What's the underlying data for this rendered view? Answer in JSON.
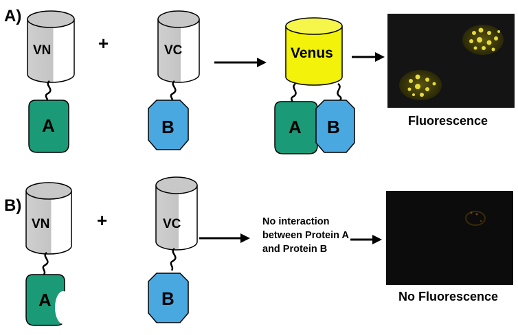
{
  "panel_a": {
    "label": "A)",
    "plus": "+",
    "vn_label": "VN",
    "vc_label": "VC",
    "protein_a": "A",
    "protein_b": "B",
    "venus_label": "Venus",
    "result_caption": "Fluorescence"
  },
  "panel_b": {
    "label": "B)",
    "plus": "+",
    "vn_label": "VN",
    "vc_label": "VC",
    "protein_a": "A",
    "protein_b": "B",
    "note": "No interaction between Protein A and Protein B",
    "result_caption": "No Fluorescence"
  },
  "colors": {
    "cylinder_gray": "#c2c2c2",
    "venus_yellow": "#f2f20a",
    "protein_a_green": "#1a9a76",
    "protein_b_blue": "#4aa8e0",
    "micrograph_bg": "#141414",
    "nucleus_yellow": "#e6dc3a"
  }
}
